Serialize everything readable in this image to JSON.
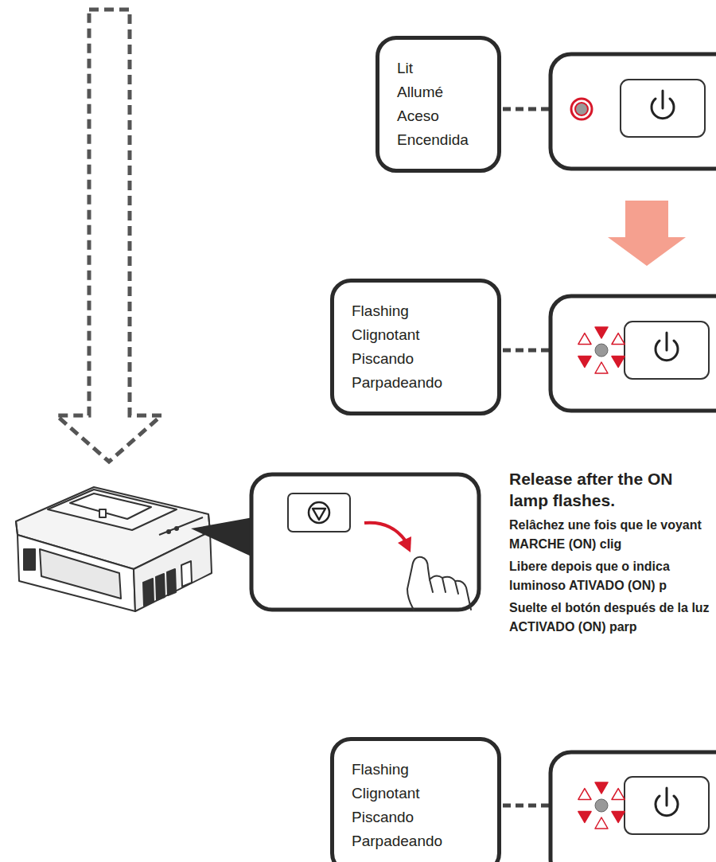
{
  "diagram": {
    "nodes": [
      {
        "text": [
          "Lit",
          "Allumé",
          "Aceso",
          "Encendida"
        ]
      },
      {
        "text": [
          "Flashing",
          "Clignotant",
          "Piscando",
          "Parpadeando"
        ]
      },
      {
        "text": [
          "Flashing",
          "Clignotant",
          "Piscando",
          "Parpadeando"
        ]
      }
    ],
    "labels": [
      "Release after the ON lamp flashes.",
      "Relâchez une fois que le voyant MARCHE (ON) clig",
      "Libere depois que o indica luminoso ATIVADO (ON) p",
      "Suelte el botón después de la luz ACTIVADO (ON) parp"
    ]
  }
}
